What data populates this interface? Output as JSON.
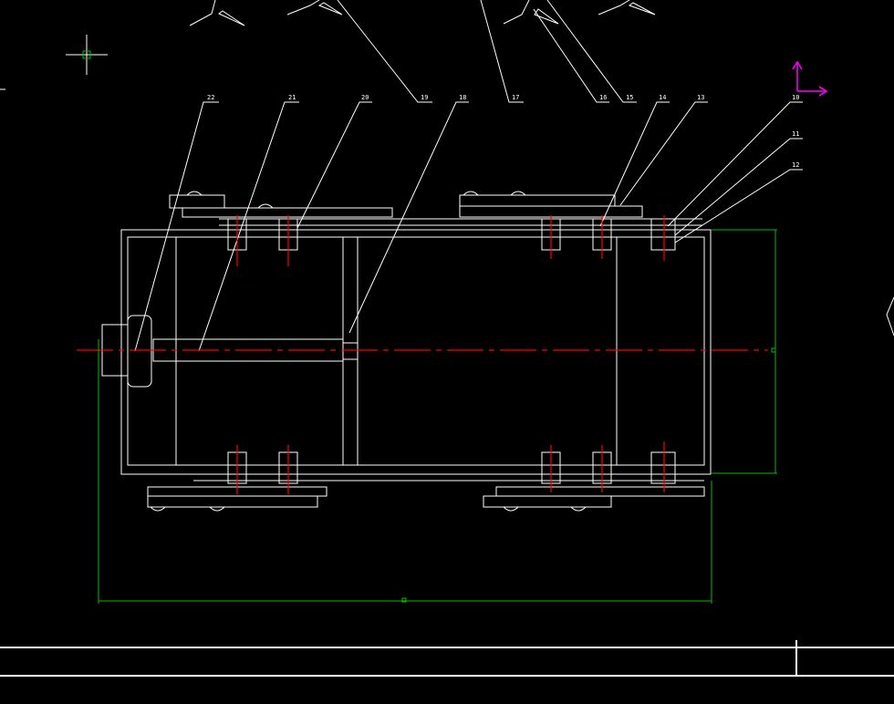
{
  "balloons": [
    "22",
    "21",
    "20",
    "19",
    "18",
    "17",
    "16",
    "15",
    "14",
    "13",
    "10",
    "11",
    "12"
  ],
  "command_line": {
    "history": "",
    "prompt": ""
  },
  "colors": {
    "background": "#000000",
    "geometry": "#ffffff",
    "centerline": "#ff0000",
    "dimension": "#00c000",
    "ucs": "#ff00ff"
  },
  "icons": [
    "crosshair-cursor-icon",
    "ucs-axis-icon"
  ]
}
